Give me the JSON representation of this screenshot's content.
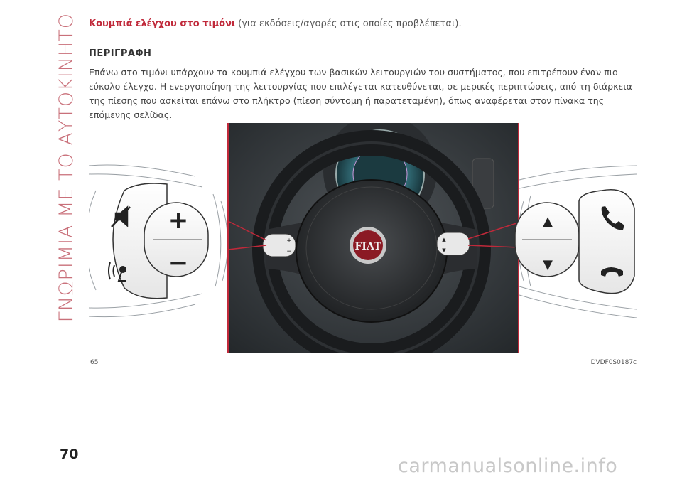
{
  "sidebar": {
    "chapter_title": "ΓΝΩΡΙΜΙΑ ΜΕ ΤΟ ΑΥΤΟΚΙΝΗΤΟ"
  },
  "heading": {
    "bold_part": "Κουμπιά ελέγχου στο τιμόνι",
    "normal_part": " (για εκδόσεις/αγορές στις οποίες προβλέπεται)."
  },
  "section": {
    "title": "ΠΕΡΙΓΡΑΦΗ",
    "paragraph": "Επάνω στο τιμόνι υπάρχουν τα κουμπιά ελέγχου των βασικών λειτουργιών του συστήματος, που επιτρέπουν έναν πιο εύκολο έλεγχο. Η ενεργοποίηση της λειτουργίας που επιλέγεται κατευθύνεται, σε μερικές περιπτώσεις, από τη διάρκεια της πίεσης που ασκείται επάνω στο πλήκτρο (πίεση σύντομη ή παρατεταμένη), όπως αναφέρεται στον πίνακα της επόμενης σελίδας."
  },
  "figure": {
    "number": "65",
    "code": "DVDF0S0187c",
    "logo_text": "FIAT",
    "left_controls": {
      "plus": "+",
      "minus": "−"
    },
    "right_controls": {
      "up": "▲",
      "down": "▼"
    }
  },
  "footer": {
    "page_number": "70",
    "watermark": "carmanualsonline.info"
  },
  "colors": {
    "accent_red": "#c0293a",
    "sidebar_pink": "#c9707a",
    "button_grey": "#f4f4f4"
  }
}
